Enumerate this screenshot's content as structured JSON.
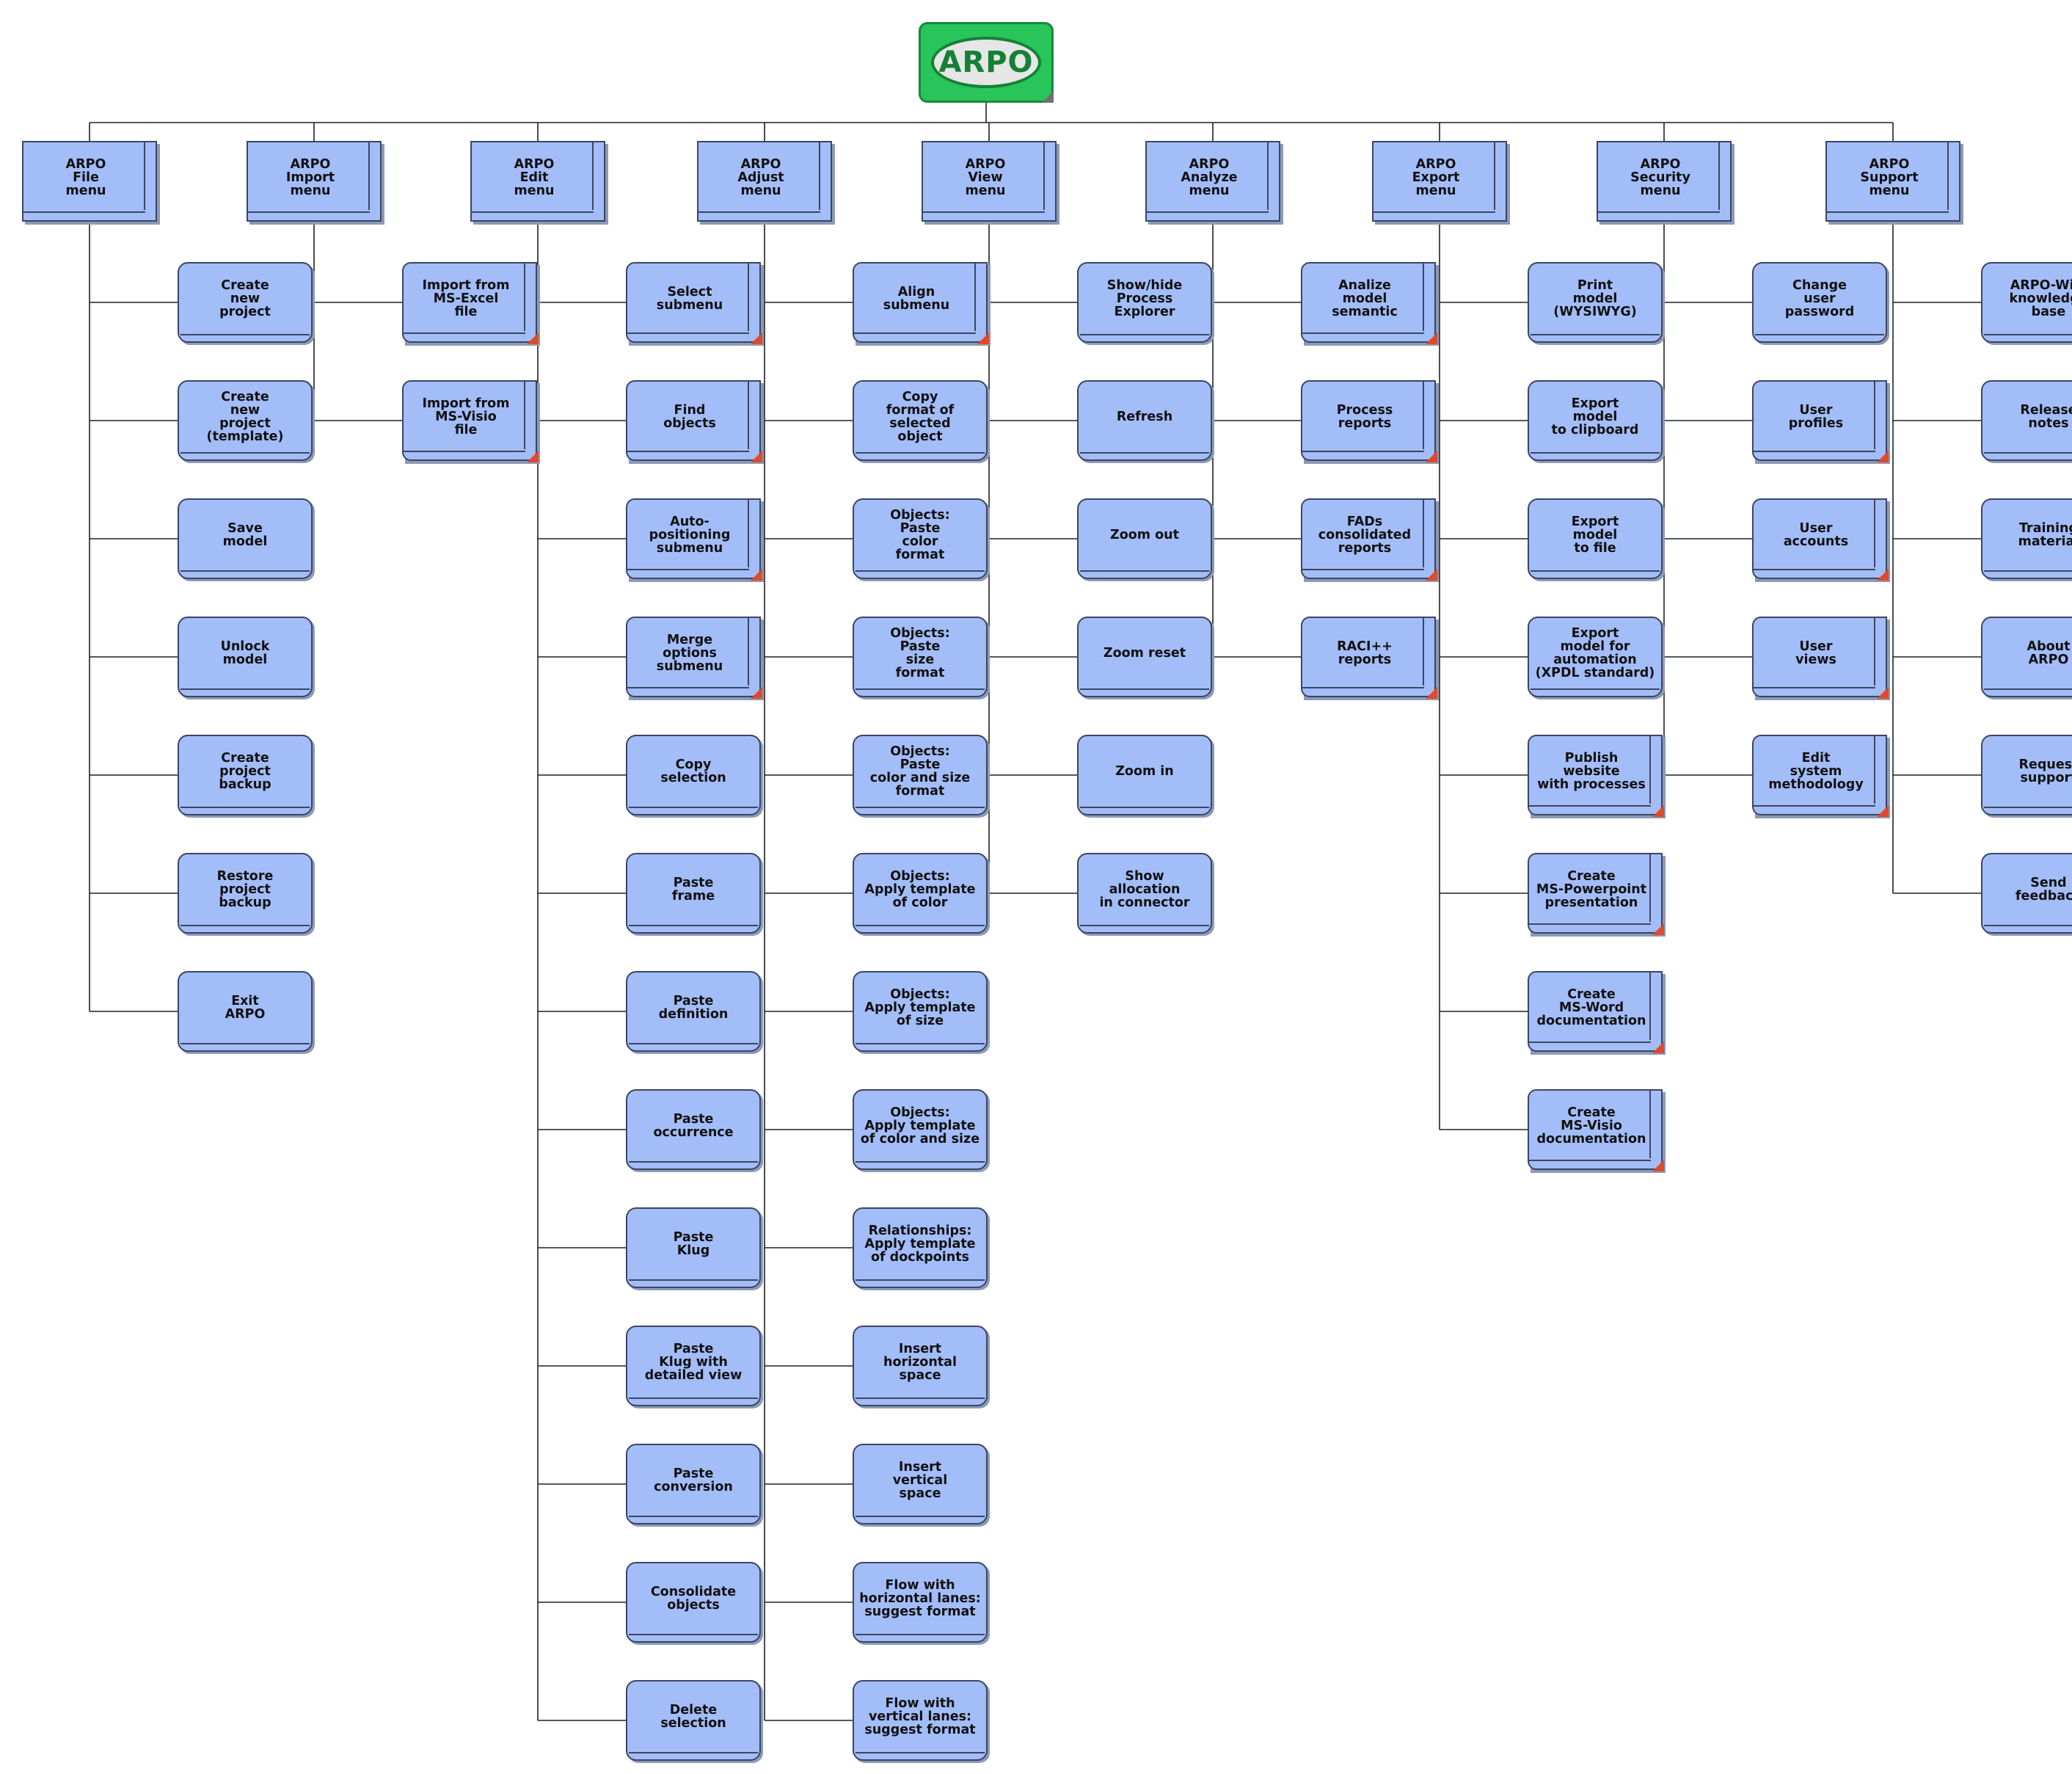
{
  "root": {
    "label": "ARPO"
  },
  "menus": [
    {
      "label": "ARPO\nFile\nmenu",
      "items": [
        {
          "label": "Create\nnew\nproject",
          "type": "leaf"
        },
        {
          "label": "Create\nnew\nproject\n(template)",
          "type": "leaf"
        },
        {
          "label": "Save\nmodel",
          "type": "leaf"
        },
        {
          "label": "Unlock\nmodel",
          "type": "leaf"
        },
        {
          "label": "Create\nproject\nbackup",
          "type": "leaf"
        },
        {
          "label": "Restore\nproject\nbackup",
          "type": "leaf"
        },
        {
          "label": "Exit\nARPO",
          "type": "leaf"
        }
      ]
    },
    {
      "label": "ARPO\nImport\nmenu",
      "items": [
        {
          "label": "Import from\nMS-Excel\nfile",
          "type": "sub"
        },
        {
          "label": "Import from\nMS-Visio\nfile",
          "type": "sub"
        }
      ]
    },
    {
      "label": "ARPO\nEdit\nmenu",
      "items": [
        {
          "label": "Select\nsubmenu",
          "type": "sub"
        },
        {
          "label": "Find\nobjects",
          "type": "sub"
        },
        {
          "label": "Auto-positioning\nsubmenu",
          "type": "sub"
        },
        {
          "label": "Merge\noptions\nsubmenu",
          "type": "sub"
        },
        {
          "label": "Copy\nselection",
          "type": "leaf"
        },
        {
          "label": "Paste\nframe",
          "type": "leaf"
        },
        {
          "label": "Paste\ndefinition",
          "type": "leaf"
        },
        {
          "label": "Paste\noccurrence",
          "type": "leaf"
        },
        {
          "label": "Paste\nKlug",
          "type": "leaf"
        },
        {
          "label": "Paste\nKlug with\ndetailed view",
          "type": "leaf"
        },
        {
          "label": "Paste\nconversion",
          "type": "leaf"
        },
        {
          "label": "Consolidate\nobjects",
          "type": "leaf"
        },
        {
          "label": "Delete\nselection",
          "type": "leaf"
        }
      ]
    },
    {
      "label": "ARPO\nAdjust\nmenu",
      "items": [
        {
          "label": "Align\nsubmenu",
          "type": "sub"
        },
        {
          "label": "Copy\nformat of\nselected\nobject",
          "type": "leaf"
        },
        {
          "label": "Objects:\nPaste\ncolor\nformat",
          "type": "leaf"
        },
        {
          "label": "Objects:\nPaste\nsize\nformat",
          "type": "leaf"
        },
        {
          "label": "Objects:\nPaste\ncolor and size\nformat",
          "type": "leaf"
        },
        {
          "label": "Objects:\nApply template\nof color",
          "type": "leaf"
        },
        {
          "label": "Objects:\nApply template\nof size",
          "type": "leaf"
        },
        {
          "label": "Objects:\nApply template\nof color and size",
          "type": "leaf"
        },
        {
          "label": "Relationships:\nApply template\nof dockpoints",
          "type": "leaf"
        },
        {
          "label": "Insert\nhorizontal\nspace",
          "type": "leaf"
        },
        {
          "label": "Insert\nvertical\nspace",
          "type": "leaf"
        },
        {
          "label": "Flow with\nhorizontal lanes:\nsuggest format",
          "type": "leaf"
        },
        {
          "label": "Flow with\nvertical lanes:\nsuggest format",
          "type": "leaf"
        }
      ]
    },
    {
      "label": "ARPO\nView\nmenu",
      "items": [
        {
          "label": "Show/hide\nProcess\nExplorer",
          "type": "leaf"
        },
        {
          "label": "Refresh",
          "type": "leaf"
        },
        {
          "label": "Zoom out",
          "type": "leaf"
        },
        {
          "label": "Zoom reset",
          "type": "leaf"
        },
        {
          "label": "Zoom in",
          "type": "leaf"
        },
        {
          "label": "Show\nallocation\nin connector",
          "type": "leaf"
        }
      ]
    },
    {
      "label": "ARPO\nAnalyze\nmenu",
      "items": [
        {
          "label": "Analize\nmodel\nsemantic",
          "type": "sub"
        },
        {
          "label": "Process\nreports",
          "type": "sub"
        },
        {
          "label": "FADs\nconsolidated\nreports",
          "type": "sub"
        },
        {
          "label": "RACI++\nreports",
          "type": "sub"
        }
      ]
    },
    {
      "label": "ARPO\nExport\nmenu",
      "items": [
        {
          "label": "Print\nmodel\n(WYSIWYG)",
          "type": "leaf"
        },
        {
          "label": "Export\nmodel\nto clipboard",
          "type": "leaf"
        },
        {
          "label": "Export\nmodel\nto file",
          "type": "leaf"
        },
        {
          "label": "Export\nmodel for\nautomation\n(XPDL standard)",
          "type": "leaf"
        },
        {
          "label": "Publish\nwebsite\nwith processes",
          "type": "sub"
        },
        {
          "label": "Create\nMS-Powerpoint\npresentation",
          "type": "sub"
        },
        {
          "label": "Create\nMS-Word\ndocumentation",
          "type": "sub"
        },
        {
          "label": "Create\nMS-Visio\ndocumentation",
          "type": "sub"
        }
      ]
    },
    {
      "label": "ARPO\nSecurity\nmenu",
      "items": [
        {
          "label": "Change\nuser\npassword",
          "type": "leaf"
        },
        {
          "label": "User\nprofiles",
          "type": "sub"
        },
        {
          "label": "User\naccounts",
          "type": "sub"
        },
        {
          "label": "User\nviews",
          "type": "sub"
        },
        {
          "label": "Edit\nsystem\nmethodology",
          "type": "sub"
        }
      ]
    },
    {
      "label": "ARPO\nSupport\nmenu",
      "items": [
        {
          "label": "ARPO-Wiki\nknowledge\nbase",
          "type": "leaf"
        },
        {
          "label": "Release\nnotes",
          "type": "leaf"
        },
        {
          "label": "Training\nmaterial",
          "type": "leaf"
        },
        {
          "label": "About\nARPO",
          "type": "leaf"
        },
        {
          "label": "Request\nsupport",
          "type": "leaf"
        },
        {
          "label": "Send\nfeedback",
          "type": "leaf"
        }
      ]
    }
  ]
}
